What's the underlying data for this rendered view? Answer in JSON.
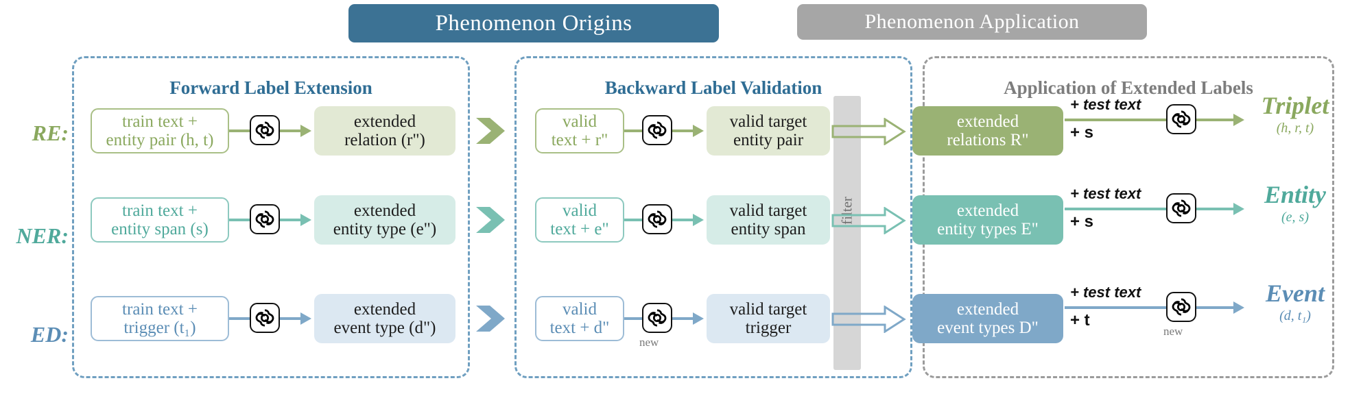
{
  "banners": {
    "origins": "Phenomenon Origins",
    "application": "Phenomenon Application"
  },
  "panels": {
    "forward": "Forward Label Extension",
    "backward": "Backward Label Validation",
    "application": "Application of Extended Labels"
  },
  "filter": {
    "label": "filter"
  },
  "model": {
    "icon": "openai-logo-icon",
    "new_tag": "new"
  },
  "rows": [
    {
      "id": "re",
      "task_label": "RE:",
      "accent": "#9ab274",
      "input": {
        "line1": "train text +",
        "line2": "entity pair (h, t)"
      },
      "extended": {
        "line1": "extended",
        "line2": "relation  (r\")"
      },
      "valid_input": {
        "line1": "valid",
        "line2": "text + r\""
      },
      "valid_target": {
        "line1": "valid target",
        "line2": "entity pair"
      },
      "extended_set": {
        "line1": "extended",
        "line2": "relations  R\""
      },
      "test_text": "+ test text",
      "test_extra": "+ s",
      "result": {
        "name": "Triplet",
        "tuple": "(h, r, t)"
      }
    },
    {
      "id": "ner",
      "task_label": "NER:",
      "accent": "#79c0b2",
      "input": {
        "line1": "train text +",
        "line2": "entity span (s)"
      },
      "extended": {
        "line1": "extended",
        "line2": "entity type (e\")"
      },
      "valid_input": {
        "line1": "valid",
        "line2": "text + e\""
      },
      "valid_target": {
        "line1": "valid target",
        "line2": "entity span"
      },
      "extended_set": {
        "line1": "extended",
        "line2": "entity types E\""
      },
      "test_text": "+ test text",
      "test_extra": "+ s",
      "result": {
        "name": "Entity",
        "tuple": "(e, s)"
      }
    },
    {
      "id": "ed",
      "task_label": "ED:",
      "accent": "#7fa8c8",
      "input": {
        "line1": "train text +",
        "line2": "trigger   (t₁)"
      },
      "extended": {
        "line1": "extended",
        "line2": "event type (d\")"
      },
      "valid_input": {
        "line1": "valid",
        "line2": "text + d\""
      },
      "valid_target": {
        "line1": "valid target",
        "line2": "trigger"
      },
      "extended_set": {
        "line1": "extended",
        "line2": "event types D\""
      },
      "test_text": "+ test text",
      "test_extra": "+ t",
      "result": {
        "name": "Event",
        "tuple": "(d, t₁)"
      }
    }
  ]
}
